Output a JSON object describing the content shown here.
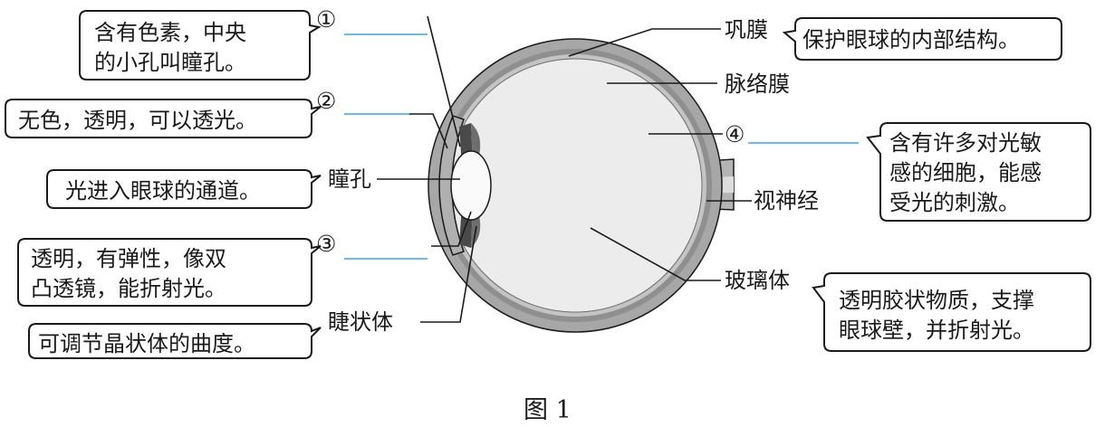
{
  "caption": "图 1",
  "colors": {
    "sclera": "#a7a7a7",
    "interior": "#ececec",
    "blank_line": "#3aa8d8",
    "ink": "#1a1a1a"
  },
  "numbered_parts": [
    {
      "num": "①",
      "desc": [
        "含有色素，中央",
        "的小孔叫瞳孔。"
      ]
    },
    {
      "num": "②",
      "desc": [
        "无色，透明，可以透光。"
      ]
    },
    {
      "num": "③",
      "desc": [
        "透明，有弹性，像双",
        "凸透镜，能折射光。"
      ]
    },
    {
      "num": "④",
      "desc": [
        "含有许多对光敏",
        "感的细胞，能感",
        "受光的刺激。"
      ]
    }
  ],
  "labels": {
    "pupil": {
      "name": "瞳孔",
      "desc": [
        "光进入眼球的通道。"
      ]
    },
    "ciliary": {
      "name": "睫状体",
      "desc": [
        "可调节晶状体的曲度。"
      ]
    },
    "sclera": {
      "name": "巩膜",
      "desc": [
        "保护眼球的内部结构。"
      ]
    },
    "choroid": {
      "name": "脉络膜"
    },
    "optic_nerve": {
      "name": "视神经"
    },
    "vitreous": {
      "name": "玻璃体",
      "desc": [
        "透明胶状物质，支撑",
        "眼球壁，并折射光。"
      ]
    }
  }
}
